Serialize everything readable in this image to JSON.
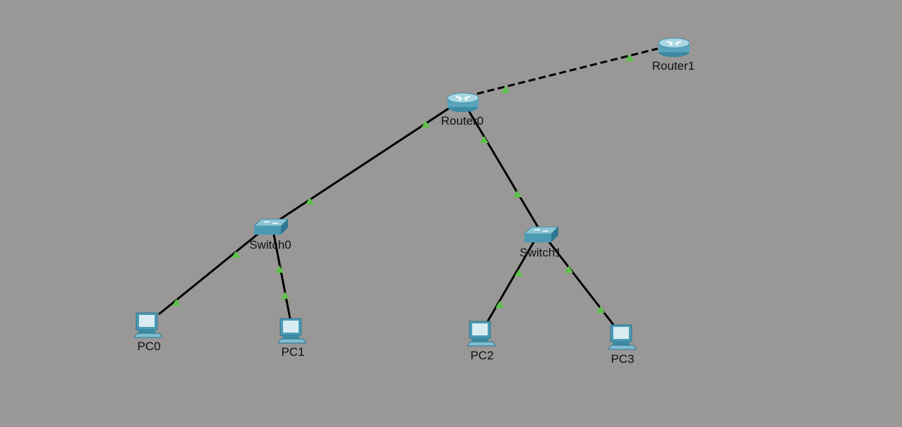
{
  "devices": [
    {
      "id": "router1",
      "label": "Router1",
      "type": "router"
    },
    {
      "id": "router0",
      "label": "Router0",
      "type": "router"
    },
    {
      "id": "switch0",
      "label": "Switch0",
      "type": "switch"
    },
    {
      "id": "switch1",
      "label": "Switch1",
      "type": "switch"
    },
    {
      "id": "pc0",
      "label": "PC0",
      "type": "pc"
    },
    {
      "id": "pc1",
      "label": "PC1",
      "type": "pc"
    },
    {
      "id": "pc2",
      "label": "PC2",
      "type": "pc"
    },
    {
      "id": "pc3",
      "label": "PC3",
      "type": "pc"
    }
  ],
  "links": [
    {
      "from": "router0",
      "to": "router1",
      "cable": "serial-dashed",
      "status": "up"
    },
    {
      "from": "router0",
      "to": "switch0",
      "cable": "straight-through",
      "status": "up"
    },
    {
      "from": "router0",
      "to": "switch1",
      "cable": "straight-through",
      "status": "up"
    },
    {
      "from": "switch0",
      "to": "pc0",
      "cable": "straight-through",
      "status": "up"
    },
    {
      "from": "switch0",
      "to": "pc1",
      "cable": "straight-through",
      "status": "up"
    },
    {
      "from": "switch1",
      "to": "pc2",
      "cable": "straight-through",
      "status": "up"
    },
    {
      "from": "switch1",
      "to": "pc3",
      "cable": "straight-through",
      "status": "up"
    }
  ],
  "colors": {
    "background": "#9a9896",
    "link": "#000000",
    "link_up_indicator": "#5cc24a",
    "device_body": "#4a9ab4"
  }
}
